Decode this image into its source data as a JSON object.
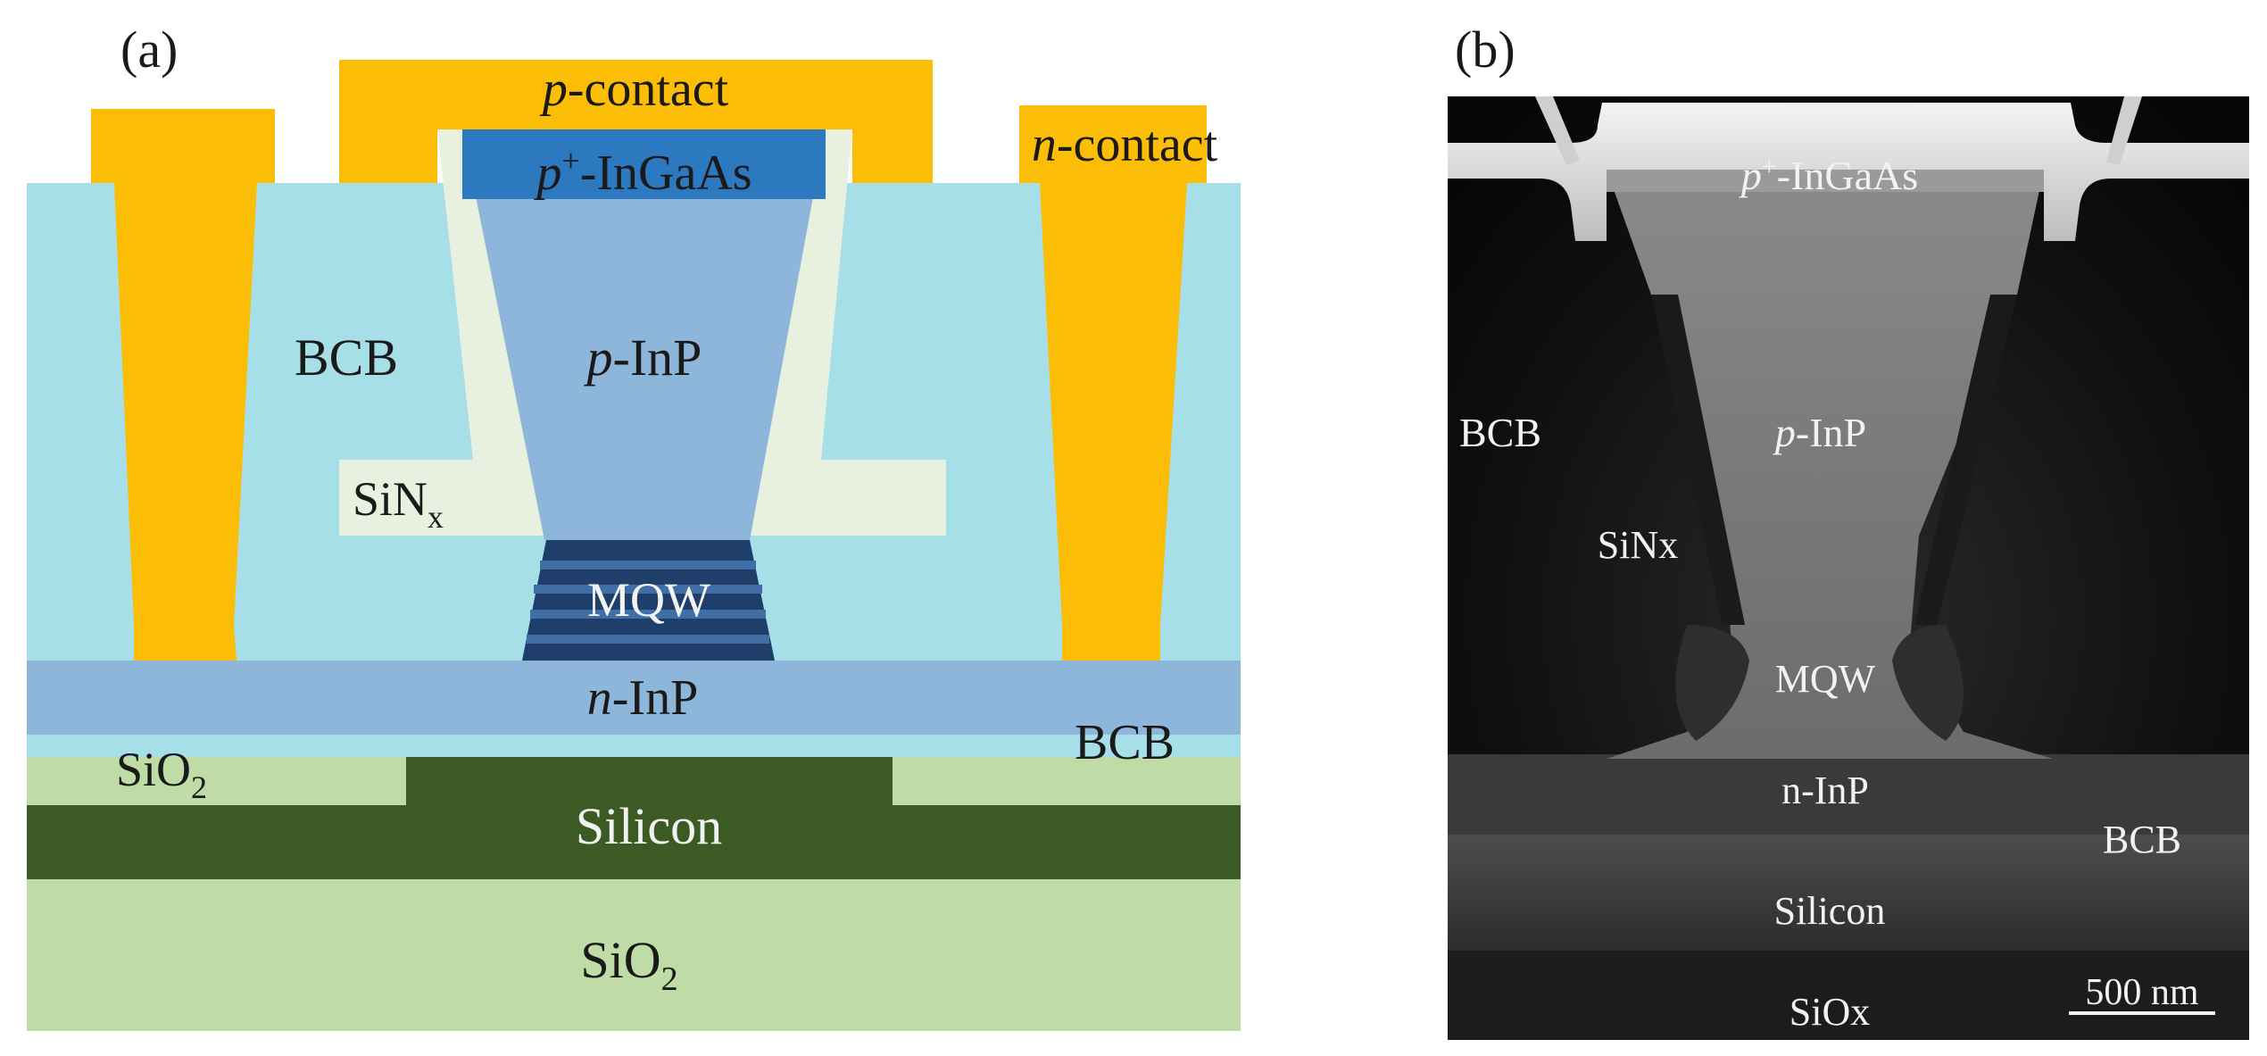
{
  "panel_a": {
    "letter": "(a)",
    "labels": {
      "p_contact_prefix": "p",
      "p_contact_suffix": "-contact",
      "n_contact_prefix": "n",
      "n_contact_suffix": "-contact",
      "p_ingaas_prefix": "p",
      "p_ingaas_sup": "+",
      "p_ingaas_suffix": "-InGaAs",
      "bcb_top": "BCB",
      "p_inp_prefix": "p",
      "p_inp_suffix": "-InP",
      "sinx_base": "SiN",
      "sinx_sub": "x",
      "mqw": "MQW",
      "n_inp_prefix": "n",
      "n_inp_suffix": "-InP",
      "bcb_bottom": "BCB",
      "sio2_left_base": "SiO",
      "sio2_left_sub": "2",
      "silicon": "Silicon",
      "sio2_bottom_base": "SiO",
      "sio2_bottom_sub": "2"
    },
    "colors": {
      "bcb": "#a6dfe8",
      "contact": "#fbbd06",
      "p_ingaas": "#2d79bf",
      "p_inp": "#8eb5da",
      "n_inp": "#8eb5da",
      "sinx": "#e8f0e0",
      "mqw_dark": "#1f3f6a",
      "mqw_light": "#3f6fa6",
      "sio2": "#bfdca7",
      "silicon": "#3c5b24"
    }
  },
  "panel_b": {
    "letter": "(b)",
    "labels": {
      "p_ingaas_prefix": "p",
      "p_ingaas_sup": "+",
      "p_ingaas_suffix": "-InGaAs",
      "bcb_left": "BCB",
      "p_inp_prefix": "p",
      "p_inp_suffix": "-InP",
      "sinx": "SiNx",
      "mqw": "MQW",
      "n_inp": "n-InP",
      "bcb_right": "BCB",
      "silicon": "Silicon",
      "siox": "SiOx",
      "scale_bar": "500 nm"
    },
    "scale_bar_value_nm": 500
  }
}
